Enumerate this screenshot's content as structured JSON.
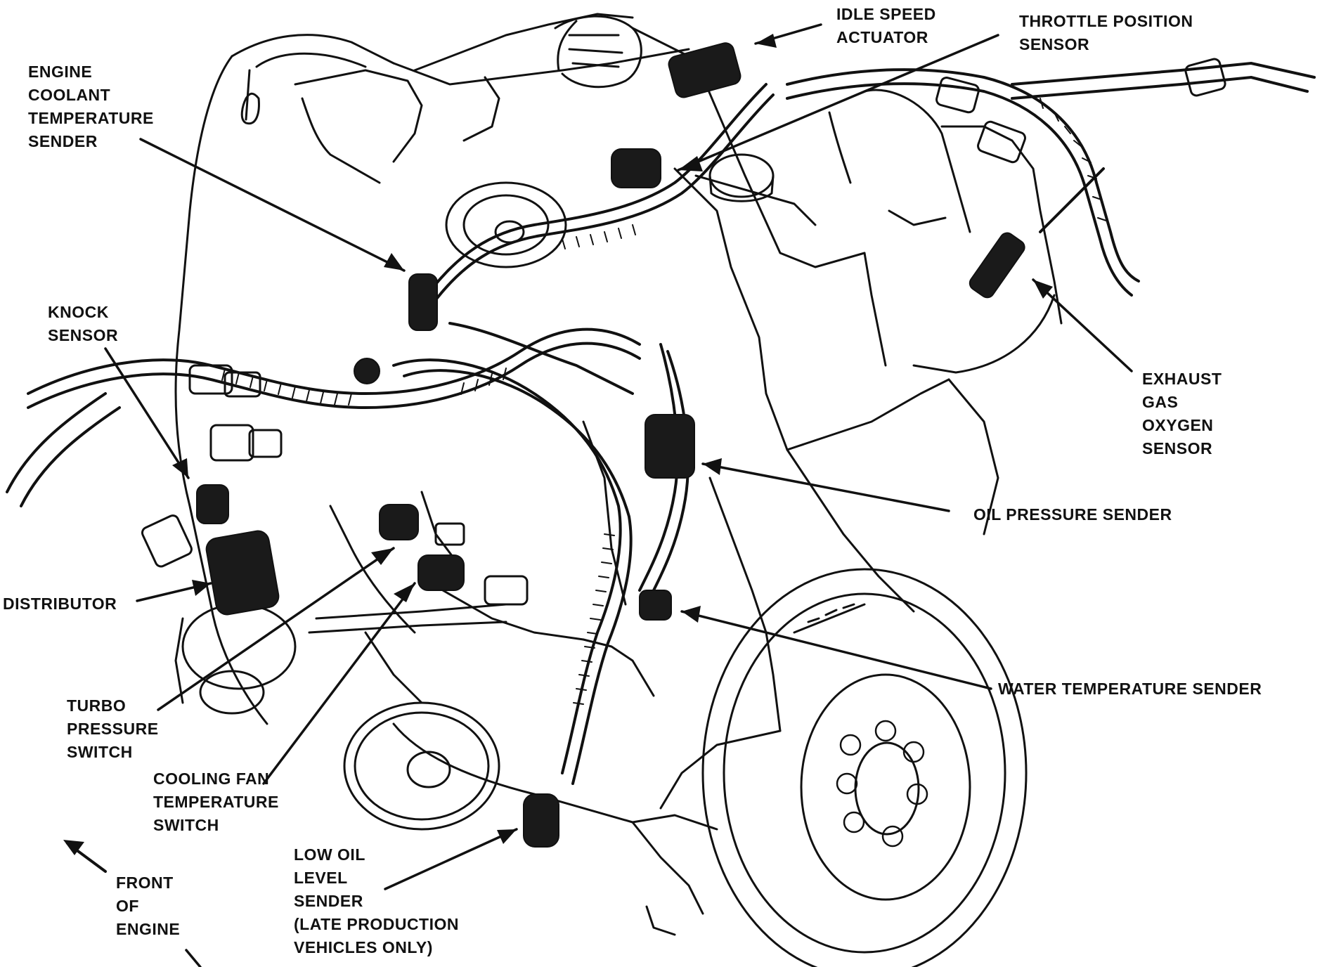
{
  "labels": {
    "idle_speed_actuator": [
      "IDLE SPEED",
      "ACTUATOR"
    ],
    "throttle_position_sensor": [
      "THROTTLE POSITION",
      "SENSOR"
    ],
    "engine_coolant_temperature_sender": [
      "ENGINE",
      "COOLANT",
      "TEMPERATURE",
      "SENDER"
    ],
    "knock_sensor": [
      "KNOCK",
      "SENSOR"
    ],
    "exhaust_gas_oxygen_sensor": [
      "EXHAUST",
      "GAS",
      "OXYGEN",
      "SENSOR"
    ],
    "oil_pressure_sender": [
      "OIL PRESSURE SENDER"
    ],
    "distributor": [
      "DISTRIBUTOR"
    ],
    "water_temperature_sender": [
      "WATER TEMPERATURE SENDER"
    ],
    "turbo_pressure_switch": [
      "TURBO",
      "PRESSURE",
      "SWITCH"
    ],
    "cooling_fan_temperature_switch": [
      "COOLING FAN",
      "TEMPERATURE",
      "SWITCH"
    ],
    "low_oil_level_sender": [
      "LOW OIL",
      "LEVEL",
      "SENDER",
      "(LATE PRODUCTION",
      "VEHICLES ONLY)"
    ],
    "front_of_engine": [
      "FRONT",
      "OF",
      "ENGINE"
    ]
  },
  "colors": {
    "ink": "#111111",
    "paper": "#ffffff"
  }
}
